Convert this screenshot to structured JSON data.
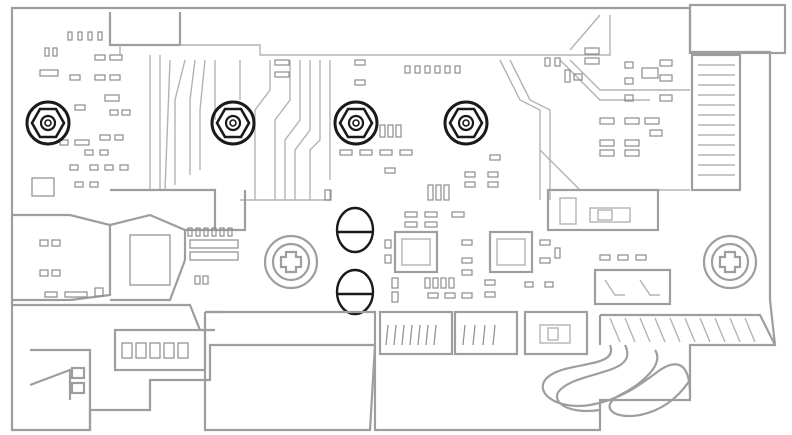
{
  "diagram": {
    "kind": "circuit-board-line-drawing",
    "colors": {
      "line": "#b3b3b3",
      "line_dark": "#9e9e9e",
      "component": "#8c8c8c",
      "highlight": "#1a1a1a",
      "background": "#ffffff"
    },
    "highlighted_parts": [
      {
        "id": "standoff-1",
        "icon": "hex-nut-icon"
      },
      {
        "id": "standoff-2",
        "icon": "hex-nut-icon"
      },
      {
        "id": "standoff-3",
        "icon": "hex-nut-icon"
      },
      {
        "id": "standoff-4",
        "icon": "hex-nut-icon"
      }
    ],
    "screws": [
      {
        "id": "screw-left",
        "icon": "phillips-screw-icon"
      },
      {
        "id": "screw-right",
        "icon": "phillips-screw-icon"
      }
    ],
    "connectors": [
      {
        "id": "ribbon-connector-right",
        "icon": "ribbon-connector-icon"
      },
      {
        "id": "pin-header-bottom-left",
        "icon": "pin-header-icon"
      },
      {
        "id": "pin-header-bottom-1",
        "icon": "pin-header-icon"
      },
      {
        "id": "pin-header-bottom-2",
        "icon": "pin-header-icon"
      },
      {
        "id": "switch-bottom",
        "icon": "slide-switch-icon"
      },
      {
        "id": "cable-bundle",
        "icon": "cable-icon"
      }
    ]
  }
}
